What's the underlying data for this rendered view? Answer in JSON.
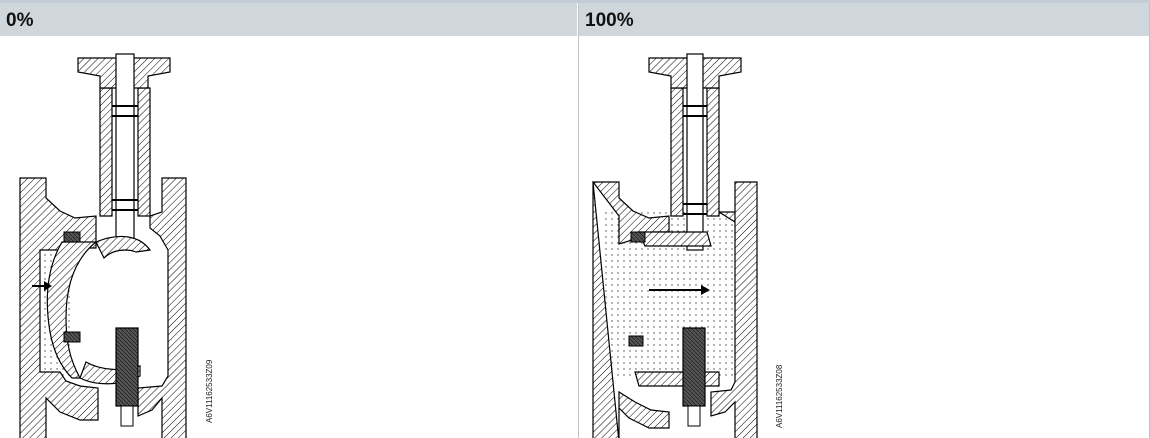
{
  "columns": [
    {
      "header": "0%",
      "image_code": "A6V11162533Z09",
      "state": "closed"
    },
    {
      "header": "100%",
      "image_code": "A6V11162533Z08",
      "state": "open"
    }
  ],
  "colors": {
    "header_bg": "#cfd7dd",
    "grid_line": "#b9c4cc",
    "drawing_stroke": "#000000",
    "plug_fill": "#555555"
  },
  "icons": [
    "flow-arrow-icon"
  ]
}
